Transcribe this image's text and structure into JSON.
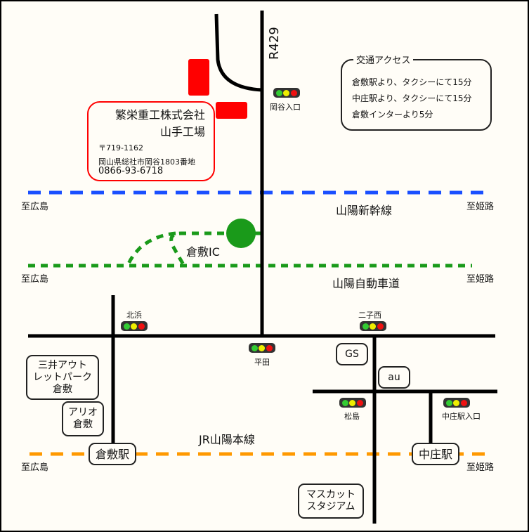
{
  "company": {
    "name": "繁栄重工株式会社",
    "branch": "山手工場",
    "postal": "〒719-1162",
    "address": "岡山県総社市岡谷1803番地",
    "phone": "0866-93-6718"
  },
  "access": {
    "title": "交通アクセス",
    "lines": [
      "倉敷駅より、タクシーにて15分",
      "中庄駅より、タクシーにて15分",
      "倉敷インターより5分"
    ]
  },
  "roads": {
    "route": "R429",
    "shinkansen": "山陽新幹線",
    "expressway": "山陽自動車道",
    "ic": "倉敷IC",
    "jr": "JR山陽本線"
  },
  "directions": {
    "west": "至広島",
    "east": "至姫路"
  },
  "signals": {
    "okaya": "岡谷入口",
    "kitahama": "北浜",
    "futagonishi": "二子西",
    "hirata": "平田",
    "matsushima": "松島",
    "nakashoeki": "中庄駅入口"
  },
  "landmarks": {
    "gs": "GS",
    "au": "au",
    "outlet": [
      "三井アウト",
      "レットパーク",
      "倉敷"
    ],
    "ario": [
      "アリオ",
      "倉敷"
    ],
    "stadium": [
      "マスカット",
      "スタジアム"
    ]
  },
  "stations": {
    "kurashiki": "倉敷駅",
    "nakasho": "中庄駅"
  },
  "colors": {
    "shinkansen": "#1a4fff",
    "expressway": "#1a9a1a",
    "jr": "#ff9900",
    "factory": "#ff0000"
  }
}
